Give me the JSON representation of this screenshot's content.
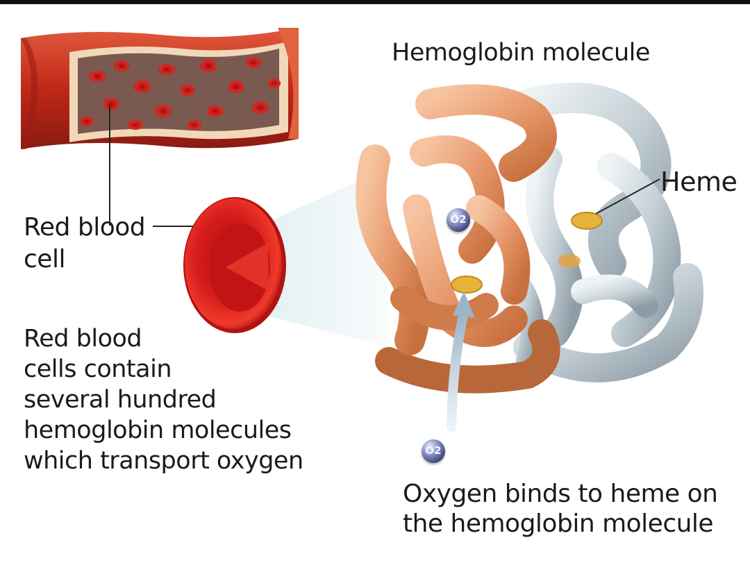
{
  "labels": {
    "title": "Hemoglobin molecule",
    "heme": "Heme",
    "red_blood_cell": [
      "Red blood",
      "cell"
    ],
    "description": [
      "Red blood",
      "cells contain",
      "several hundred",
      "hemoglobin molecules",
      "which transport oxygen"
    ],
    "oxygen_binding": [
      "Oxygen binds to heme on",
      "the hemoglobin molecule"
    ],
    "o2_symbol": "O2"
  },
  "colors": {
    "vessel_wall": "#c8281e",
    "blood_cell": "#d81e1e",
    "alpha_chain": "#e9a27a",
    "beta_chain": "#c9d2d8",
    "heme_disc": "#e6b23a",
    "o2_molecule": "#4a4f86"
  }
}
